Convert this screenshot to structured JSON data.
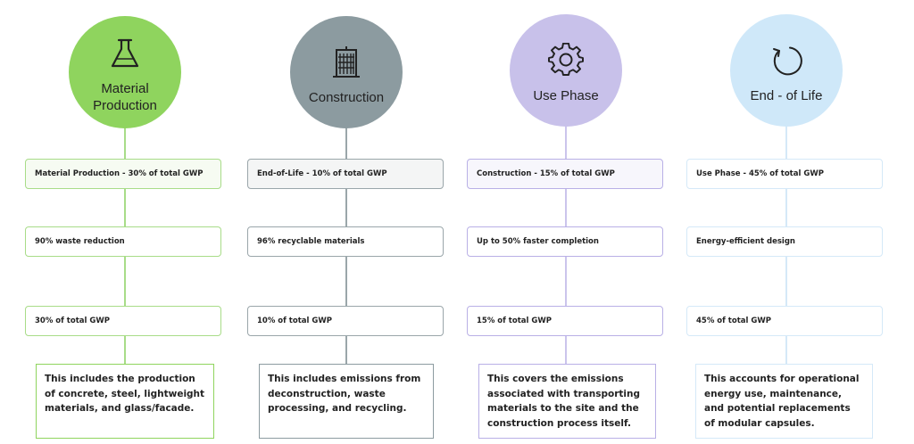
{
  "columns": [
    {
      "title": "Material Production",
      "icon": "flask-icon",
      "color": "#8fd45e",
      "line_color": "#a8dc88",
      "boxes": [
        "Material Production - 30% of total GWP",
        "90% waste reduction",
        "30% of total GWP"
      ],
      "description": "This includes the production of concrete, steel, lightweight materials, and glass/facade."
    },
    {
      "title": "Construction",
      "icon": "building-icon",
      "color": "#8c9ba0",
      "line_color": "#9aa6aa",
      "boxes": [
        "End-of-Life - 10% of total GWP",
        "96% recyclable materials",
        "10% of total GWP"
      ],
      "description": "This includes emissions from deconstruction, waste processing, and recycling."
    },
    {
      "title": "Use Phase",
      "icon": "gear-icon",
      "color": "#c8c1ea",
      "line_color": "#cbc4ec",
      "boxes": [
        "Construction - 15% of total GWP",
        "Up to 50% faster completion",
        "15% of total GWP"
      ],
      "description": "This covers the emissions associated with transporting materials to the site and the construction process itself."
    },
    {
      "title": "End - of Life",
      "icon": "refresh-icon",
      "color": "#cfe8f9",
      "line_color": "#d5e9f8",
      "boxes": [
        "Use Phase - 45% of total GWP",
        "Energy-efficient design",
        "45% of total GWP"
      ],
      "description": "This accounts for operational energy use, maintenance, and potential replacements of modular capsules."
    }
  ]
}
